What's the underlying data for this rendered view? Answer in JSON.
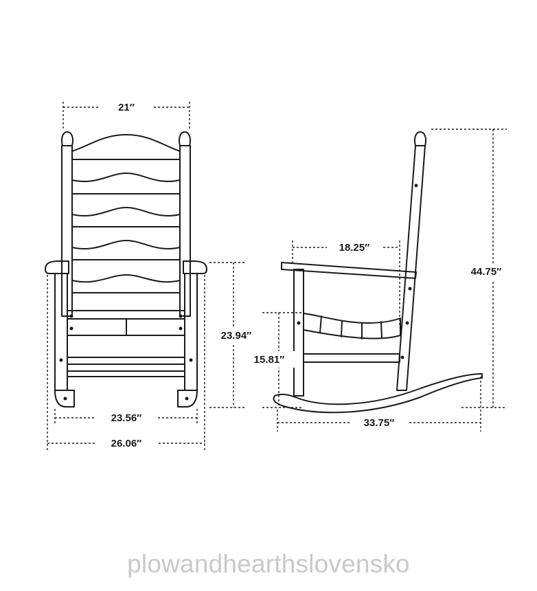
{
  "front_view": {
    "width_top": "21″",
    "width_seat": "23.56″",
    "width_base": "26.06″",
    "arm_height": "23.94″"
  },
  "side_view": {
    "arm_depth": "18.25″",
    "seat_height": "15.81″",
    "total_height": "44.75″",
    "rocker_length": "33.75″"
  },
  "watermark": "plowandhearthslovensko",
  "colors": {
    "line": "#1a1a1a",
    "watermark": "#c9c9c9",
    "background": "#ffffff"
  }
}
